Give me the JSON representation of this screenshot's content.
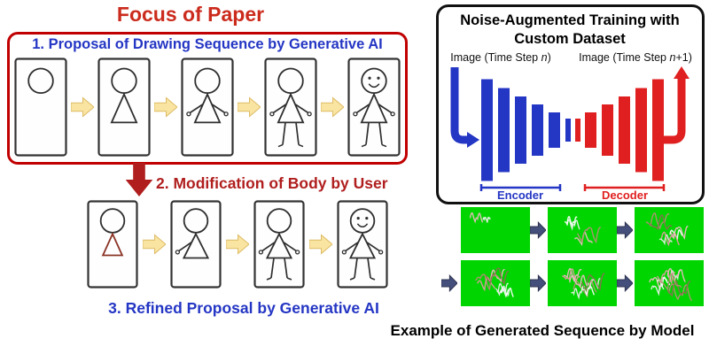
{
  "figure": {
    "left": {
      "title": "Focus of Paper",
      "step1_label": "1. Proposal of Drawing Sequence by Generative AI",
      "step2_label": "2. Modification of Body by User",
      "step3_label": "3. Refined Proposal by Generative AI"
    },
    "training": {
      "title": "Noise-Augmented Training with Custom Dataset",
      "input_prefix": "Image (Time Step ",
      "input_var": "n",
      "input_suffix": ")",
      "output_prefix": "Image (Time Step ",
      "output_var": "n",
      "output_suffix": "+1)",
      "encoder_label": "Encoder",
      "decoder_label": "Decoder"
    },
    "example_caption": "Example of Generated Sequence by Model"
  },
  "sketch": {
    "rows": {
      "row1": [
        {
          "name": "head-only",
          "features": [
            "head"
          ]
        },
        {
          "name": "head-and-body",
          "features": [
            "head",
            "body"
          ]
        },
        {
          "name": "head-body-arms",
          "features": [
            "head",
            "body",
            "arms"
          ]
        },
        {
          "name": "head-body-arms-legs",
          "features": [
            "head",
            "body",
            "arms",
            "legs"
          ]
        },
        {
          "name": "complete-figure-with-face",
          "features": [
            "head",
            "face",
            "body",
            "arms",
            "legs"
          ]
        }
      ],
      "row2": [
        {
          "name": "head-with-user-modified-body",
          "features": [
            "head",
            "body-red"
          ]
        },
        {
          "name": "head-body-arm",
          "features": [
            "head",
            "body",
            "arm-left"
          ]
        },
        {
          "name": "head-body-arms-legs",
          "features": [
            "head",
            "body",
            "arms",
            "legs"
          ]
        },
        {
          "name": "complete-figure-with-face",
          "features": [
            "head",
            "face",
            "body",
            "arms",
            "legs"
          ]
        }
      ]
    }
  },
  "generated_frames": [
    {
      "name": "frame-1",
      "scribble": 2
    },
    {
      "name": "frame-2",
      "scribble": 4
    },
    {
      "name": "frame-3",
      "scribble": 6
    },
    {
      "name": "frame-4",
      "scribble": 7
    },
    {
      "name": "frame-5",
      "scribble": 8
    },
    {
      "name": "frame-6",
      "scribble": 9
    }
  ],
  "colors": {
    "title_red": "#CB2B1C",
    "accent_red": "#B01E1E",
    "accent_blue": "#2436C4",
    "encoder_blue": "#2436C4",
    "decoder_red": "#E02020",
    "arrow_yellow": "#F9E4A1",
    "arrow_yellow_stroke": "#DDBB66",
    "frame_green": "#00D500",
    "seq_arrow_navy": "#454F7C"
  }
}
